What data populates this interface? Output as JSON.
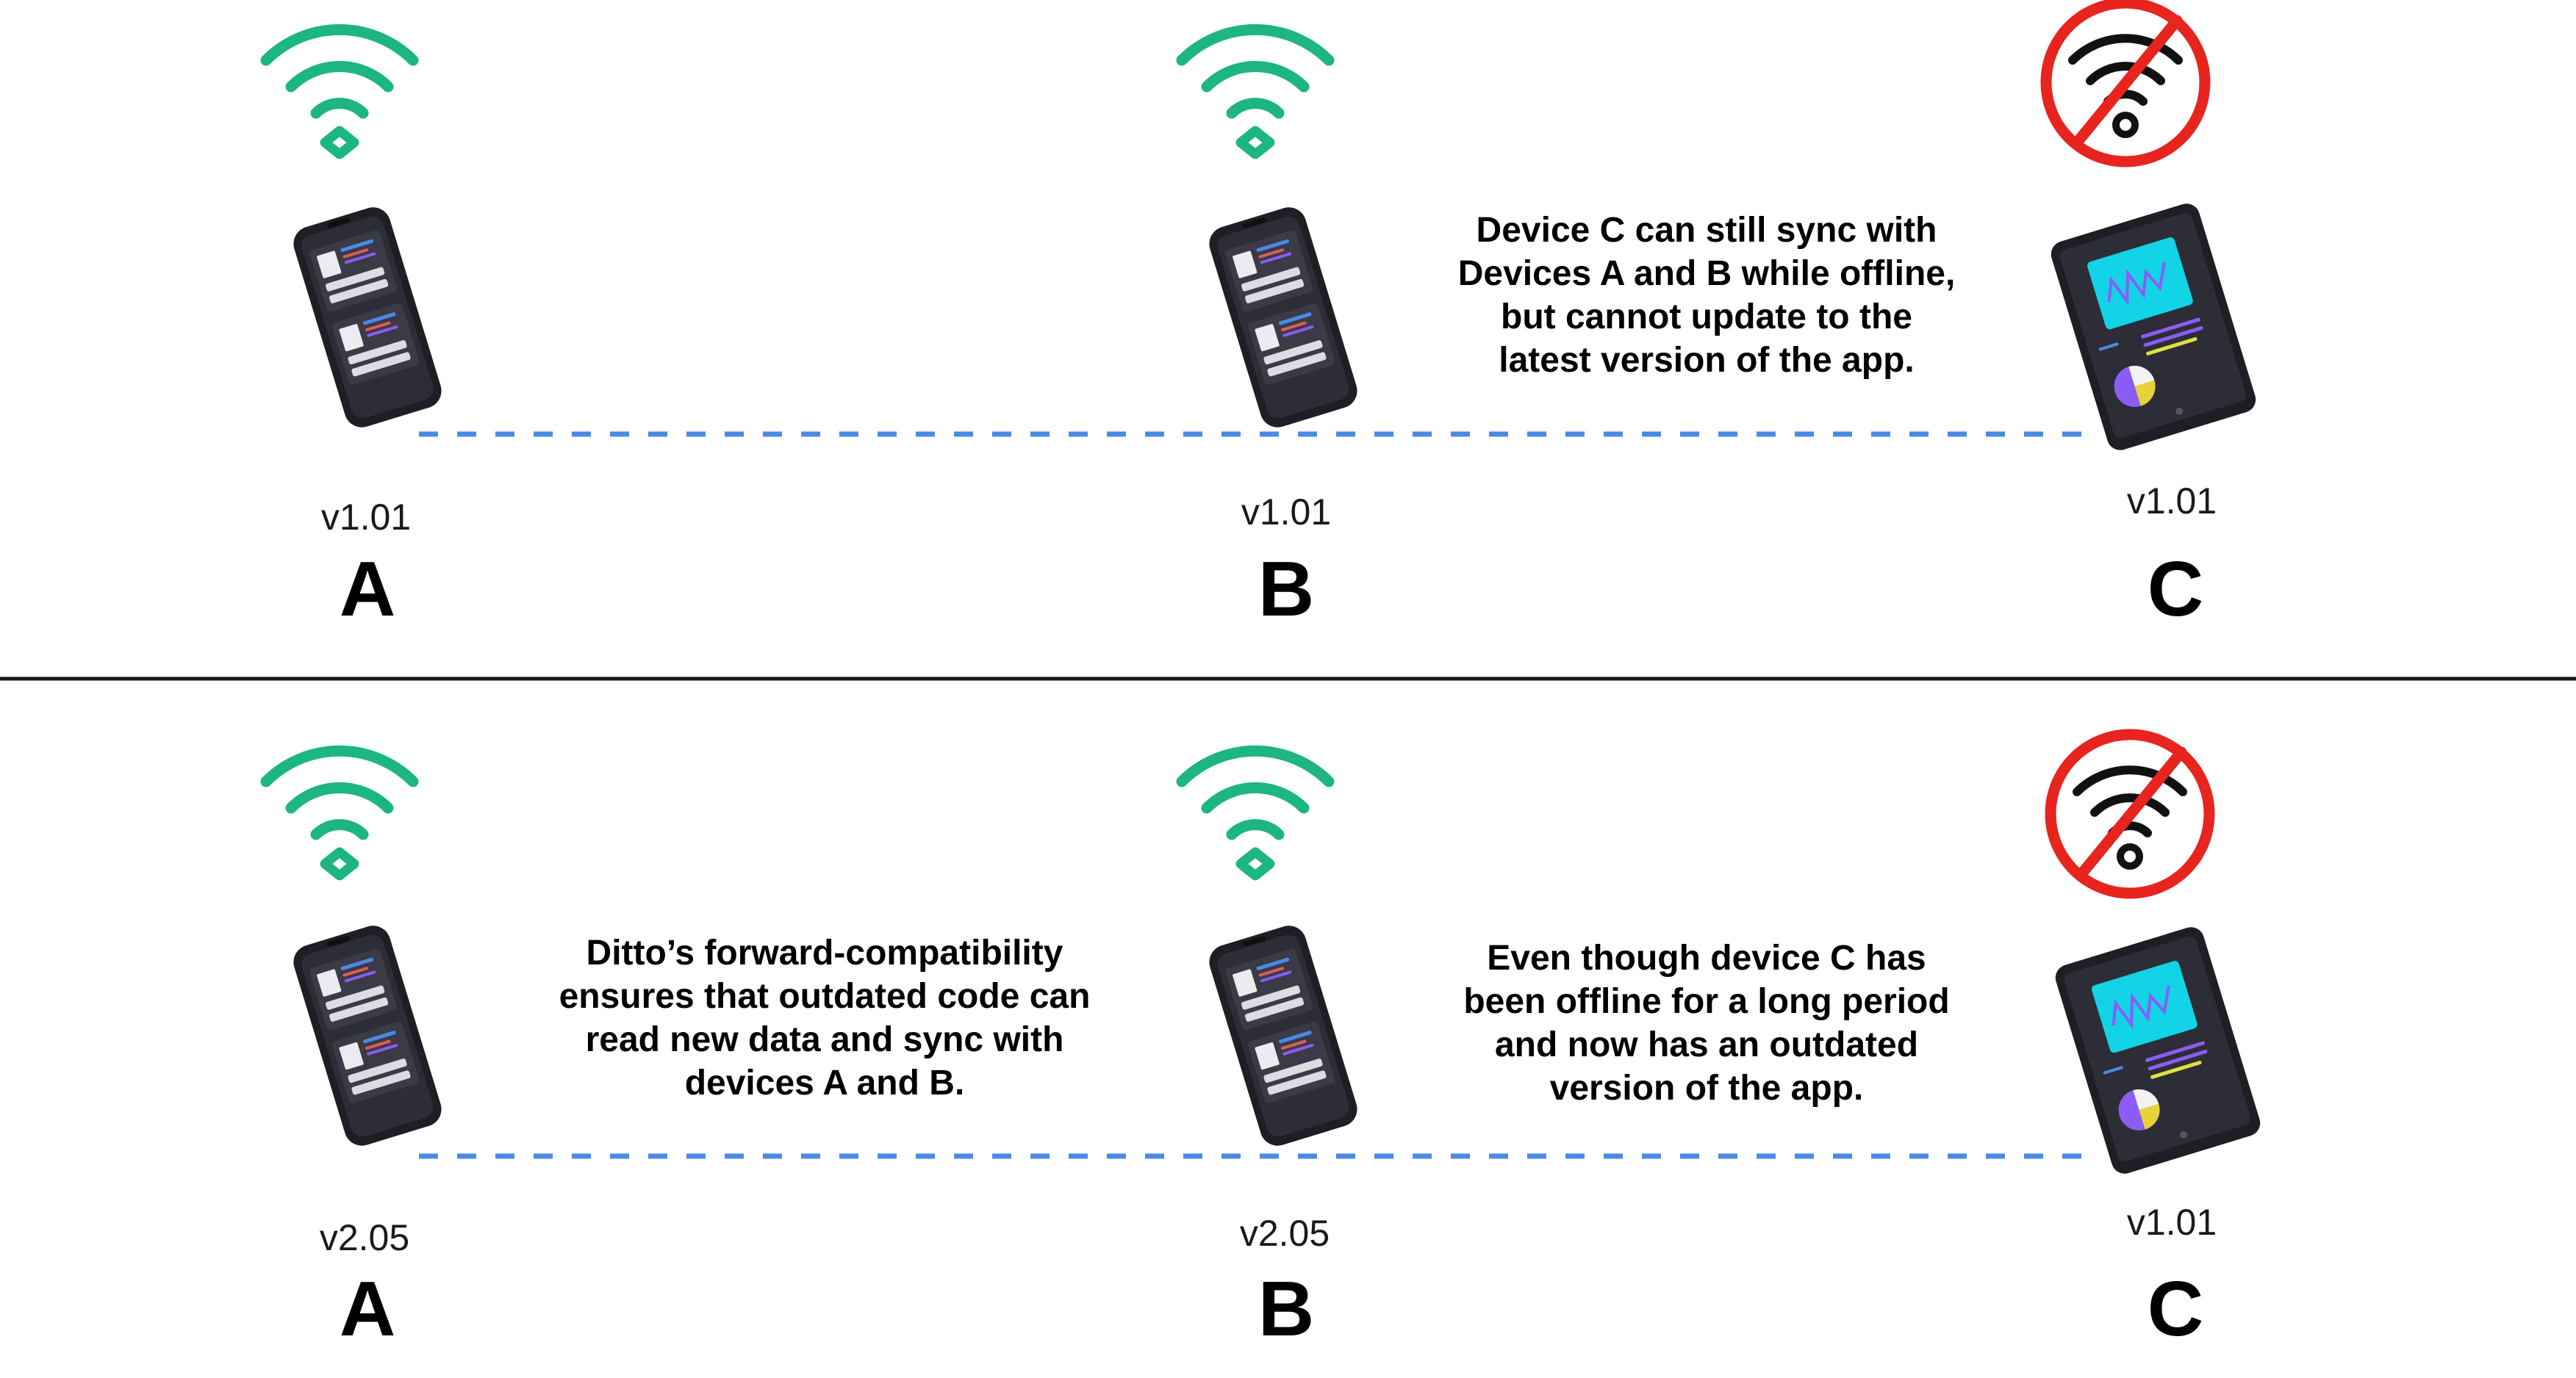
{
  "top": {
    "devices": [
      {
        "name": "A",
        "version": "v1.01",
        "connectivity": "online",
        "type": "phone"
      },
      {
        "name": "B",
        "version": "v1.01",
        "connectivity": "online",
        "type": "phone"
      },
      {
        "name": "C",
        "version": "v1.01",
        "connectivity": "offline",
        "type": "tablet"
      }
    ],
    "caption_bc": [
      "Device C can still sync with",
      "Devices A and B while offline,",
      "but cannot update to the",
      "latest version of the app."
    ]
  },
  "bottom": {
    "devices": [
      {
        "name": "A",
        "version": "v2.05",
        "connectivity": "online",
        "type": "phone"
      },
      {
        "name": "B",
        "version": "v2.05",
        "connectivity": "online",
        "type": "phone"
      },
      {
        "name": "C",
        "version": "v1.01",
        "connectivity": "offline",
        "type": "tablet"
      }
    ],
    "caption_ab": [
      "Ditto’s forward-compatibility",
      "ensures that outdated code can",
      "read new data and sync with",
      "devices A and B."
    ],
    "caption_bc": [
      "Even though device C has",
      "been offline for a long period",
      "and now has an outdated",
      "version of the app."
    ]
  },
  "colors": {
    "wifi": "#1db584",
    "no_wifi_ring": "#e8241f",
    "sync_line": "#4a8ae6",
    "divider": "#1a1a1a",
    "device_body": "#1e1e24",
    "screen": "#2c2d36",
    "card": "#dcdde3",
    "tablet_cyan": "#13d3e6",
    "tablet_purple": "#8b5cf6"
  },
  "icons": {
    "online": "wifi-icon",
    "offline": "no-wifi-icon"
  }
}
